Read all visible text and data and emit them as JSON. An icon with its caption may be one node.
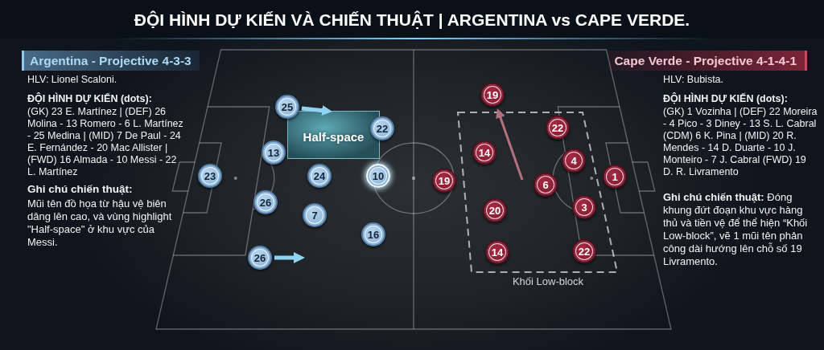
{
  "diagram": {
    "title": "ĐỘI HÌNH DỰ KIẾN VÀ CHIẾN THUẬT | ARGENTINA vs CAPE VERDE.",
    "nodes": [
      {
        "text": [
          "Argentina - Projective 4-3-3"
        ]
      },
      {
        "text": [
          "Cape Verde - Projective 4-1-4-1"
        ]
      },
      {
        "text": [
          "25"
        ]
      },
      {
        "text": [
          "Half-space"
        ]
      },
      {
        "text": [
          "22"
        ]
      },
      {
        "text": [
          "13"
        ]
      },
      {
        "text": [
          "23"
        ]
      },
      {
        "text": [
          "24"
        ]
      },
      {
        "text": [
          "10"
        ]
      },
      {
        "text": [
          "26"
        ]
      },
      {
        "text": [
          "7"
        ]
      },
      {
        "text": [
          "16"
        ]
      },
      {
        "text": [
          "26"
        ]
      },
      {
        "text": [
          "19"
        ]
      },
      {
        "text": [
          "Khối Low-block"
        ]
      },
      {
        "text": [
          "22"
        ],
        "in": 14
      },
      {
        "text": [
          "14"
        ],
        "in": 14
      },
      {
        "text": [
          "4"
        ],
        "in": 14
      },
      {
        "text": [
          "6"
        ],
        "in": 14
      },
      {
        "text": [
          "20"
        ],
        "in": 14
      },
      {
        "text": [
          "3"
        ],
        "in": 14
      },
      {
        "text": [
          "14"
        ],
        "in": 14
      },
      {
        "text": [
          "22"
        ],
        "in": 14
      },
      {
        "text": [
          "19"
        ]
      },
      {
        "text": [
          "1"
        ]
      }
    ],
    "edges": [
      {
        "from": 2,
        "to": 3,
        "arrow": "to"
      },
      {
        "from": 12,
        "to": null,
        "arrow": "to"
      },
      {
        "from": null,
        "to": 13,
        "arrow": "to",
        "color": "#b5707f"
      }
    ],
    "labels": [
      "HLV: Lionel Scaloni.",
      "ĐỘI HÌNH DỰ KIẾN (dots):",
      "(GK) 23 E. Martínez | (DEF) 26 Molina - 13 Romero - 6 L. Martínez - 25 Medina | (MID) 7 De Paul - 24 E. Fernández - 20 Mac Allister | (FWD) 16 Almada - 10 Messi - 22 L. Martínez",
      "Ghi chú chiến thuật:",
      "Mũi tên đồ họa từ hậu vệ biên dâng lên cao, và vùng highlight \"Half-space\" ở khu vực của Messi.",
      "HLV: Bubista.",
      "ĐỘI HÌNH DỰ KIẾN (dots):",
      "(GK) 1 Vozinha | (DEF) 22 Moreira - 4 Pico - 3 Diney - 13 S. L. Cabral (CDM) 6 K. Pina | (MID) 20 R. Mendes - 14 D. Duarte - 10 J. Monteiro - 7 J. Cabral (FWD) 19 D. R. Livramento",
      "**Ghi chú chiến thuật:** Đóng khung đứt đoạn khu vực hàng thủ và tiền vệ để thể hiện “Khối Low-block”, vẽ 1 mũi tên phản công dài hướng lên chỗ số 19 Livramento."
    ]
  }
}
